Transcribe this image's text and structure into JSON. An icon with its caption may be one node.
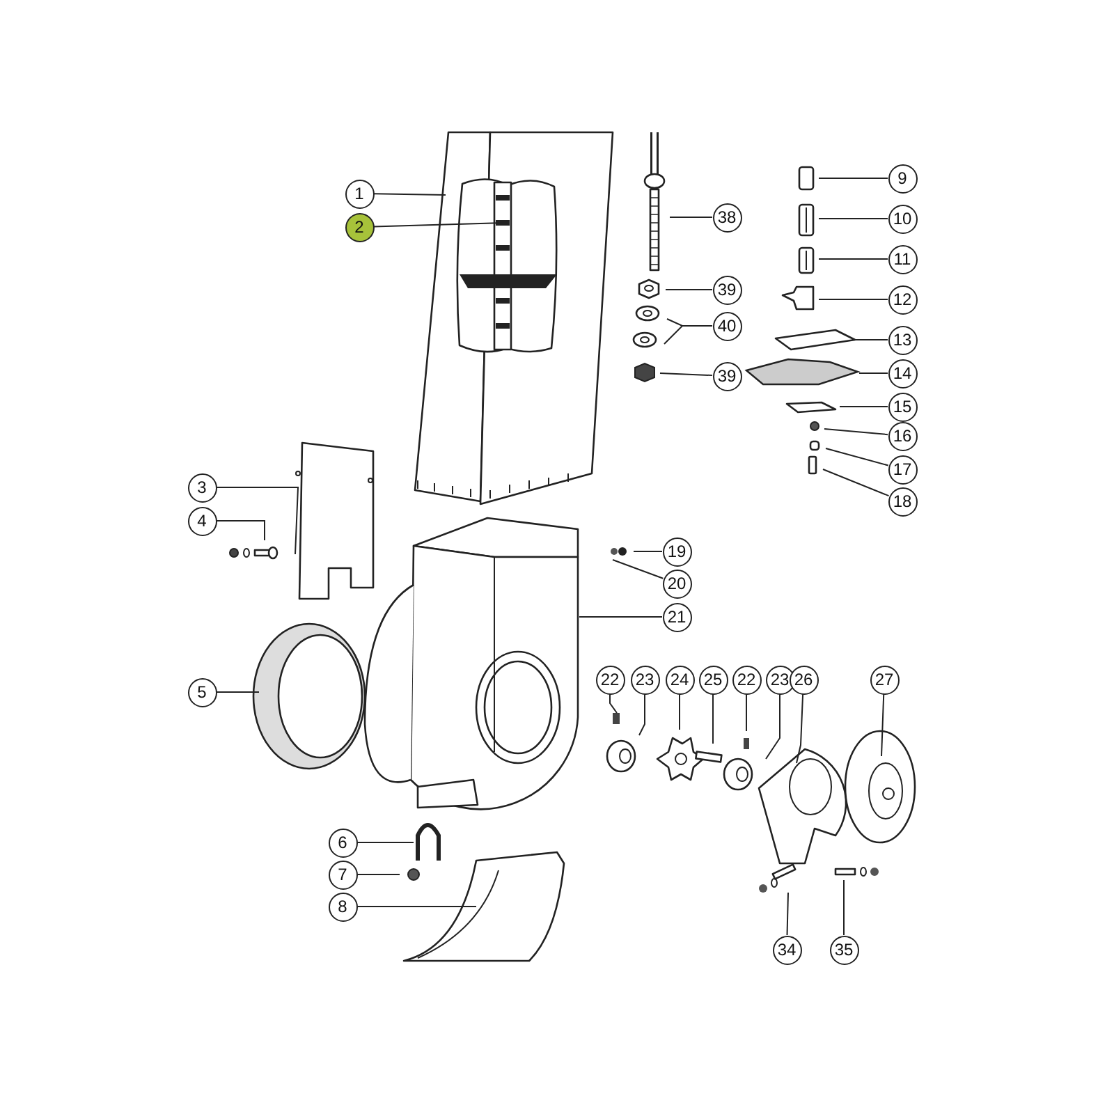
{
  "diagram": {
    "nodes": [
      {
        "text": [
          "1"
        ]
      },
      {
        "text": [
          "2"
        ]
      },
      {
        "text": [
          "3"
        ]
      },
      {
        "text": [
          "4"
        ]
      },
      {
        "text": [
          "5"
        ]
      },
      {
        "text": [
          "6"
        ]
      },
      {
        "text": [
          "7"
        ]
      },
      {
        "text": [
          "8"
        ]
      },
      {
        "text": [
          "9"
        ]
      },
      {
        "text": [
          "10"
        ]
      },
      {
        "text": [
          "11"
        ]
      },
      {
        "text": [
          "12"
        ]
      },
      {
        "text": [
          "13"
        ]
      },
      {
        "text": [
          "14"
        ]
      },
      {
        "text": [
          "15"
        ]
      },
      {
        "text": [
          "16"
        ]
      },
      {
        "text": [
          "17"
        ]
      },
      {
        "text": [
          "18"
        ]
      },
      {
        "text": [
          "19"
        ]
      },
      {
        "text": [
          "20"
        ]
      },
      {
        "text": [
          "21"
        ]
      },
      {
        "text": [
          "22"
        ]
      },
      {
        "text": [
          "23"
        ]
      },
      {
        "text": [
          "24"
        ]
      },
      {
        "text": [
          "25"
        ]
      },
      {
        "text": [
          "22"
        ]
      },
      {
        "text": [
          "23"
        ]
      },
      {
        "text": [
          "26"
        ]
      },
      {
        "text": [
          "27"
        ]
      },
      {
        "text": [
          "34"
        ]
      },
      {
        "text": [
          "35"
        ]
      },
      {
        "text": [
          "38"
        ]
      },
      {
        "text": [
          "39"
        ]
      },
      {
        "text": [
          "39"
        ]
      },
      {
        "text": [
          "40"
        ]
      }
    ],
    "edges": [
      {
        "from": 0,
        "to": null,
        "arrow": "none"
      },
      {
        "from": 1,
        "to": null,
        "arrow": "none"
      },
      {
        "from": 2,
        "to": null,
        "arrow": "none"
      },
      {
        "from": 3,
        "to": null,
        "arrow": "none"
      },
      {
        "from": 4,
        "to": null,
        "arrow": "none"
      },
      {
        "from": 5,
        "to": null,
        "arrow": "none"
      },
      {
        "from": 6,
        "to": null,
        "arrow": "none"
      },
      {
        "from": 7,
        "to": null,
        "arrow": "none"
      },
      {
        "from": 8,
        "to": null,
        "arrow": "none"
      },
      {
        "from": 9,
        "to": null,
        "arrow": "none"
      },
      {
        "from": 10,
        "to": null,
        "arrow": "none"
      },
      {
        "from": 11,
        "to": null,
        "arrow": "none"
      },
      {
        "from": 12,
        "to": null,
        "arrow": "none"
      },
      {
        "from": 13,
        "to": null,
        "arrow": "none"
      },
      {
        "from": 14,
        "to": null,
        "arrow": "none"
      },
      {
        "from": 15,
        "to": null,
        "arrow": "none"
      },
      {
        "from": 16,
        "to": null,
        "arrow": "none"
      },
      {
        "from": 17,
        "to": null,
        "arrow": "none"
      },
      {
        "from": 18,
        "to": null,
        "arrow": "none"
      },
      {
        "from": 19,
        "to": null,
        "arrow": "none"
      },
      {
        "from": 20,
        "to": null,
        "arrow": "none"
      },
      {
        "from": 21,
        "to": null,
        "arrow": "none"
      },
      {
        "from": 22,
        "to": null,
        "arrow": "none"
      },
      {
        "from": 23,
        "to": null,
        "arrow": "none"
      },
      {
        "from": 24,
        "to": null,
        "arrow": "none"
      },
      {
        "from": 25,
        "to": null,
        "arrow": "none"
      },
      {
        "from": 26,
        "to": null,
        "arrow": "none"
      },
      {
        "from": 27,
        "to": null,
        "arrow": "none"
      },
      {
        "from": 28,
        "to": null,
        "arrow": "none"
      },
      {
        "from": 29,
        "to": null,
        "arrow": "none"
      },
      {
        "from": 30,
        "to": null,
        "arrow": "none"
      },
      {
        "from": 31,
        "to": null,
        "arrow": "none"
      },
      {
        "from": 32,
        "to": null,
        "arrow": "none"
      },
      {
        "from": 33,
        "to": null,
        "arrow": "none"
      },
      {
        "from": 34,
        "to": null,
        "arrow": "none"
      },
      {
        "from": 34,
        "to": null,
        "arrow": "none"
      }
    ]
  }
}
